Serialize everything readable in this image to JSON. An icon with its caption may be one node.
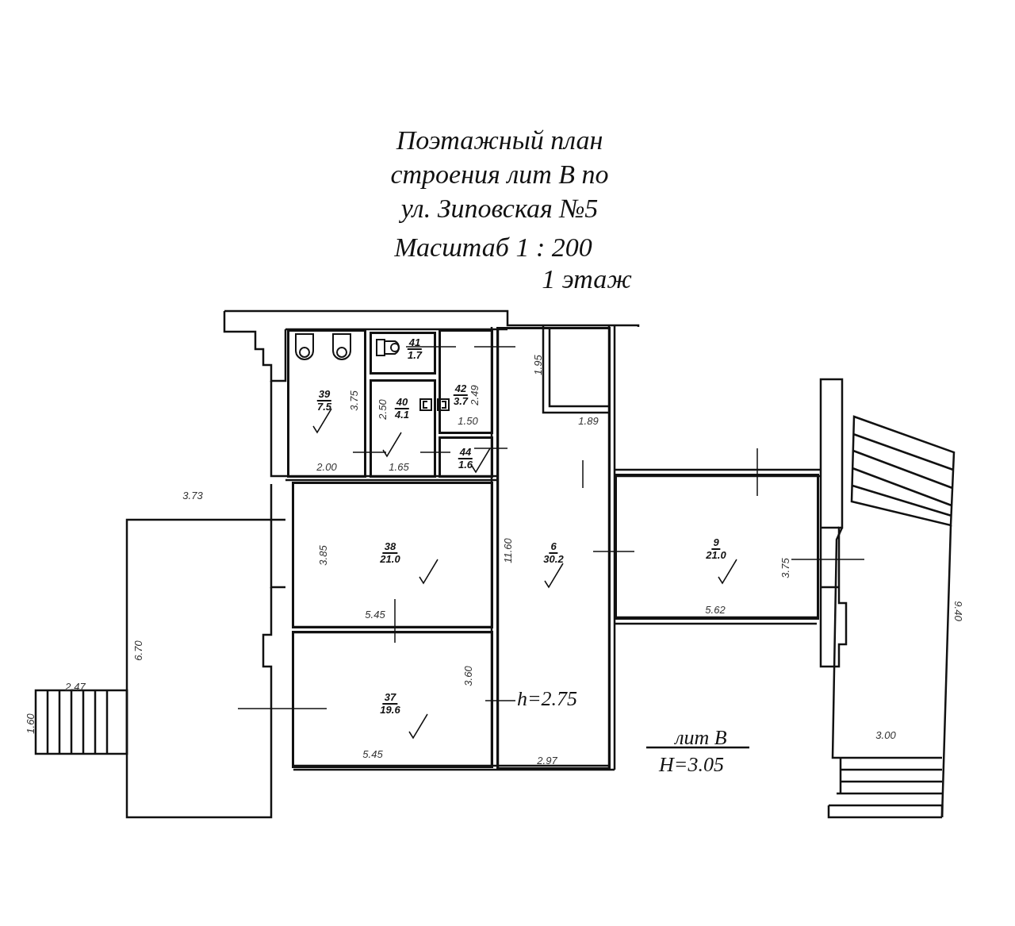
{
  "diagram": {
    "title": "Поэтажный план строения лит В по ул. Зиповская №5",
    "nodes": [
      {
        "text": [
          "41",
          "1.7"
        ]
      },
      {
        "text": [
          "42",
          "3.7"
        ]
      },
      {
        "text": [
          "39",
          "7.5"
        ]
      },
      {
        "text": [
          "40",
          "4.1"
        ]
      },
      {
        "text": [
          "44",
          "1.6"
        ]
      },
      {
        "text": [
          "38",
          "21.0"
        ]
      },
      {
        "text": [
          "6",
          "30.2"
        ]
      },
      {
        "text": [
          "9",
          "21.0"
        ]
      },
      {
        "text": [
          "37",
          "19.6"
        ]
      }
    ],
    "labels": [
      "Масштаб 1 : 200",
      "1 этаж",
      "1.95",
      "3.75",
      "2.50",
      "2.49",
      "1.50",
      "1.89",
      "2.00",
      "1.65",
      "3.73",
      "3.85",
      "11.60",
      "3.75",
      "5.45",
      "5.62",
      "9.40",
      "6.70",
      "2.47",
      "3.60",
      "h=2.75",
      "1.60",
      "3.00",
      "лит В",
      "5.45",
      "2.97",
      "H=3.05"
    ]
  }
}
